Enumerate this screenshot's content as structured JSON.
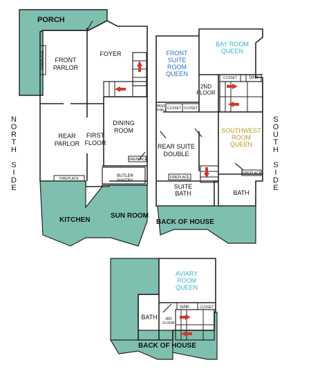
{
  "colors": {
    "outdoor_fill": "#7fbfb0",
    "wall": "#222222",
    "room_blue": "#2b73c8",
    "room_cyan": "#33b7c9",
    "room_gold": "#b89a1f",
    "arrow_red": "#d2372a",
    "text_dark": "#111111"
  },
  "sides": {
    "north": "NORTH SIDE",
    "south": "SOUTH SIDE"
  },
  "first_floor": {
    "porch": "PORCH",
    "front_parlor": "FRONT PARLOR",
    "foyer": "FOYER",
    "rear_parlor": "REAR PARLOR",
    "first_floor_label": "FIRST FLOOR",
    "dining_room": "DINING ROOM",
    "butler_pantry": "BUTLER PANTRY",
    "fireplace": "FIREPLACE",
    "kitchen": "KITCHEN",
    "sun_room": "SUN ROOM"
  },
  "second_floor": {
    "front_suite": "FRONT SUITE ROOM QUEEN",
    "bay_room": "BAY ROOM QUEEN",
    "second_floor_label": "2ND FLOOR",
    "closet": "CLOSET",
    "sink": "SINK",
    "pass_thru": "PASS THRU",
    "southwest_room": "SOUTHWEST ROOM QUEEN",
    "rear_suite": "REAR SUITE DOUBLE",
    "suite_bath": "SUITE BATH",
    "bath": "BATH",
    "fireplace": "FIREPLACE",
    "back_of_house": "BACK OF HOUSE"
  },
  "third_floor": {
    "aviary_room": "AVIARY ROOM QUEEN",
    "bath": "BATH",
    "third_floor_label": "3RD FLOOR",
    "sink": "SINK",
    "closet": "CLOSET",
    "back_of_house": "BACK OF HOUSE"
  }
}
